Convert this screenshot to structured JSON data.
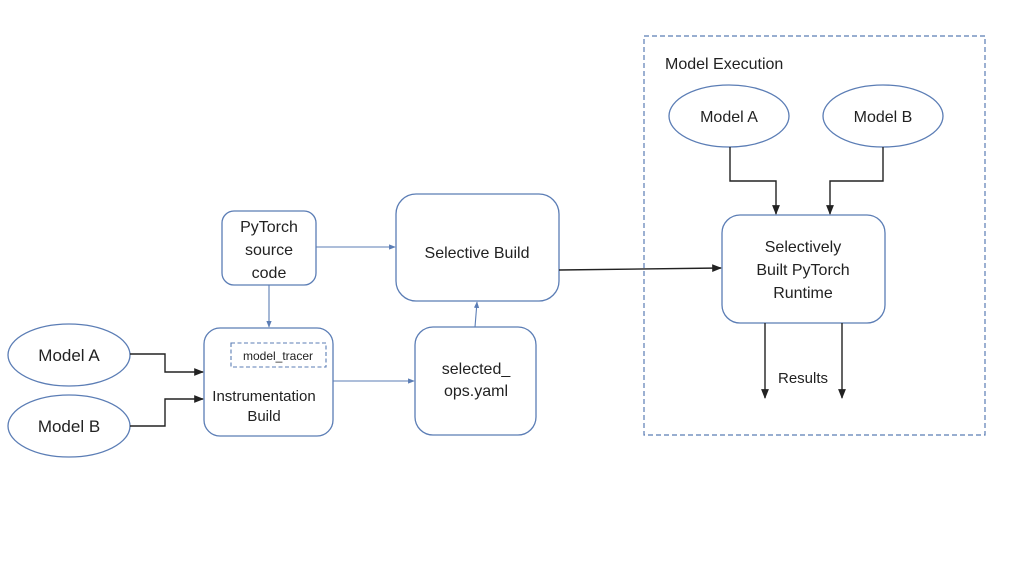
{
  "colors": {
    "node_stroke": "#5b7db5",
    "dashed_stroke": "#5b7db5",
    "arrow_dark": "#222222",
    "arrow_blue": "#5b7db5",
    "text": "#222222"
  },
  "left_models": {
    "model_a": "Model A",
    "model_b": "Model B"
  },
  "pytorch_source": {
    "line1": "PyTorch",
    "line2": "source",
    "line3": "code"
  },
  "instrumentation_build": {
    "tag": "model_tracer",
    "line1": "Instrumentation",
    "line2": "Build"
  },
  "selected_ops": {
    "line1": "selected_",
    "line2": "ops.yaml"
  },
  "selective_build": {
    "label": "Selective Build"
  },
  "model_execution": {
    "title": "Model Execution",
    "model_a": "Model A",
    "model_b": "Model B",
    "runtime": {
      "line1": "Selectively",
      "line2": "Built PyTorch",
      "line3": "Runtime"
    },
    "results": "Results"
  }
}
